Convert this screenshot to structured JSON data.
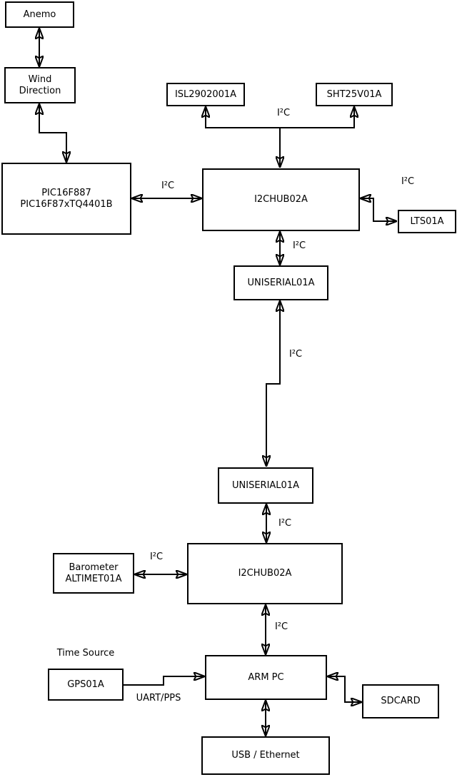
{
  "diagram": {
    "nodes": {
      "anemo": {
        "label": "Anemo"
      },
      "wind": {
        "label": "Wind\nDirection"
      },
      "pic": {
        "label": "PIC16F887\nPIC16F87xTQ4401B"
      },
      "isl": {
        "label": "ISL2902001A"
      },
      "sht": {
        "label": "SHT25V01A"
      },
      "hub1": {
        "label": "I2CHUB02A"
      },
      "lts": {
        "label": "LTS01A"
      },
      "uniserial1": {
        "label": "UNISERIAL01A"
      },
      "uniserial2": {
        "label": "UNISERIAL01A"
      },
      "hub2": {
        "label": "I2CHUB02A"
      },
      "barometer": {
        "label": "Barometer\nALTIMET01A"
      },
      "gps": {
        "label": "GPS01A"
      },
      "armpc": {
        "label": "ARM PC"
      },
      "sdcard": {
        "label": "SDCARD"
      },
      "usb": {
        "label": "USB / Ethernet"
      }
    },
    "edge_labels": {
      "i2c_sensor_bus": "I²C",
      "i2c_pic_hub": "I²C",
      "i2c_hub_lts": "I²C",
      "i2c_hub_uniserial": "I²C",
      "i2c_uniserial_link": "I²C",
      "i2c_uniserial_hub2": "I²C",
      "i2c_barometer_hub2": "I²C",
      "i2c_hub2_armpc": "I²C",
      "time_source": "Time Source",
      "uart_pps": "UART/PPS"
    },
    "colors": {
      "line": "#000000",
      "background": "#ffffff",
      "box_fill": "#ffffff",
      "text": "#000000"
    }
  }
}
